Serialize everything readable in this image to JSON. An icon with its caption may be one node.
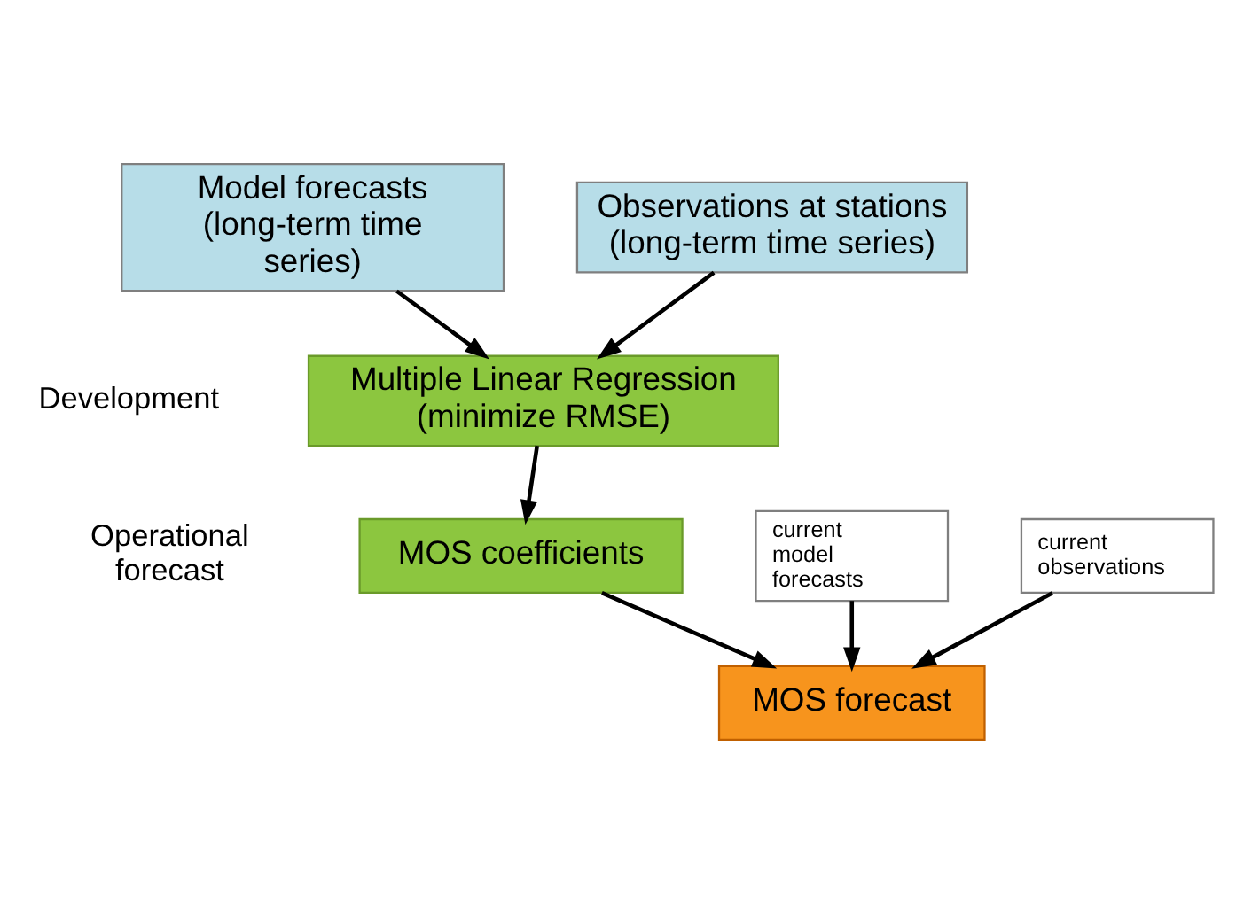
{
  "diagram": {
    "nodes": [
      {
        "text": [
          "Model forecasts (long-term time series)"
        ]
      },
      {
        "text": [
          "Observations at stations (long-term time series)"
        ]
      },
      {
        "text": [
          "Multiple Linear Regression (minimize RMSE)"
        ]
      },
      {
        "text": [
          "MOS coefficients"
        ]
      },
      {
        "text": [
          "current model forecasts"
        ]
      },
      {
        "text": [
          "current observations"
        ]
      },
      {
        "text": [
          "MOS forecast"
        ]
      }
    ],
    "edges": [
      {
        "from": 0,
        "to": 2,
        "arrow": "to"
      },
      {
        "from": 1,
        "to": 2,
        "arrow": "to"
      },
      {
        "from": 2,
        "to": 3,
        "arrow": "to"
      },
      {
        "from": 3,
        "to": 6,
        "arrow": "to"
      },
      {
        "from": 4,
        "to": 6,
        "arrow": "to"
      },
      {
        "from": 5,
        "to": 6,
        "arrow": "to"
      }
    ],
    "labels": [
      "Development",
      "Operational forecast"
    ]
  }
}
